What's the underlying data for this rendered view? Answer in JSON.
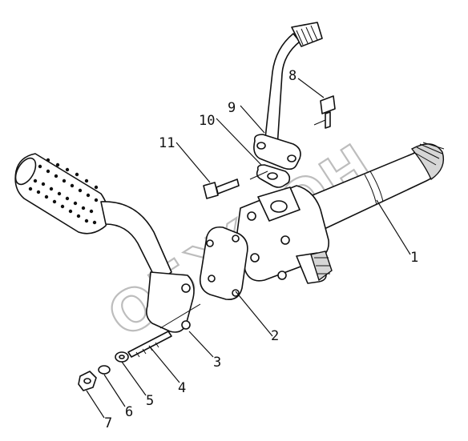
{
  "callouts": [
    {
      "id": "1",
      "text": "1"
    },
    {
      "id": "2",
      "text": "2"
    },
    {
      "id": "3",
      "text": "3"
    },
    {
      "id": "4",
      "text": "4"
    },
    {
      "id": "5",
      "text": "5"
    },
    {
      "id": "6",
      "text": "6"
    },
    {
      "id": "7",
      "text": "7"
    },
    {
      "id": "8",
      "text": "8"
    },
    {
      "id": "9",
      "text": "9"
    },
    {
      "id": "10",
      "text": "10"
    },
    {
      "id": "11",
      "text": "11"
    }
  ],
  "watermark": "ОБЖЕОН",
  "colors": {
    "ink": "#111111",
    "watermark": "#bdbdbd",
    "background": "#ffffff"
  }
}
